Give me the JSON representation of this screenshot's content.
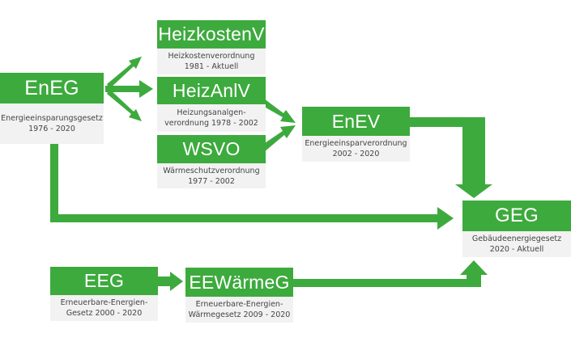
{
  "nodes": {
    "eneg": {
      "title": "EnEG",
      "desc": [
        "Energieeinsparungsgesetz",
        "1976 - 2020"
      ]
    },
    "heizkv": {
      "title": "HeizkostenV",
      "desc": [
        "Heizkostenverordnung",
        "1981 - Aktuell"
      ]
    },
    "heizaniv": {
      "title": "HeizAnlV",
      "desc": [
        "Heizungsanalgen-",
        "verordnung  1978 - 2002"
      ]
    },
    "wsvo": {
      "title": "WSVO",
      "desc": [
        "Wärmeschutzverordnung",
        "1977 - 2002"
      ]
    },
    "enev": {
      "title": "EnEV",
      "desc": [
        "Energieeinsparverordnung",
        "2002 - 2020"
      ]
    },
    "geg": {
      "title": "GEG",
      "desc": [
        "Gebäudeenergiegesetz",
        "2020 - Aktuell"
      ]
    },
    "eeg": {
      "title": "EEG",
      "desc": [
        "Erneuerbare-Energien-",
        "Gesetz 2000 - 2020"
      ]
    },
    "eewg": {
      "title": "EEWärmeG",
      "desc": [
        "Erneuerbare-Energien-",
        "Wärmegesetz 2009 - 2020"
      ]
    }
  },
  "colors": {
    "green": "#3daa3d",
    "caption_bg": "#f2f2f2",
    "caption_text": "#444444"
  }
}
